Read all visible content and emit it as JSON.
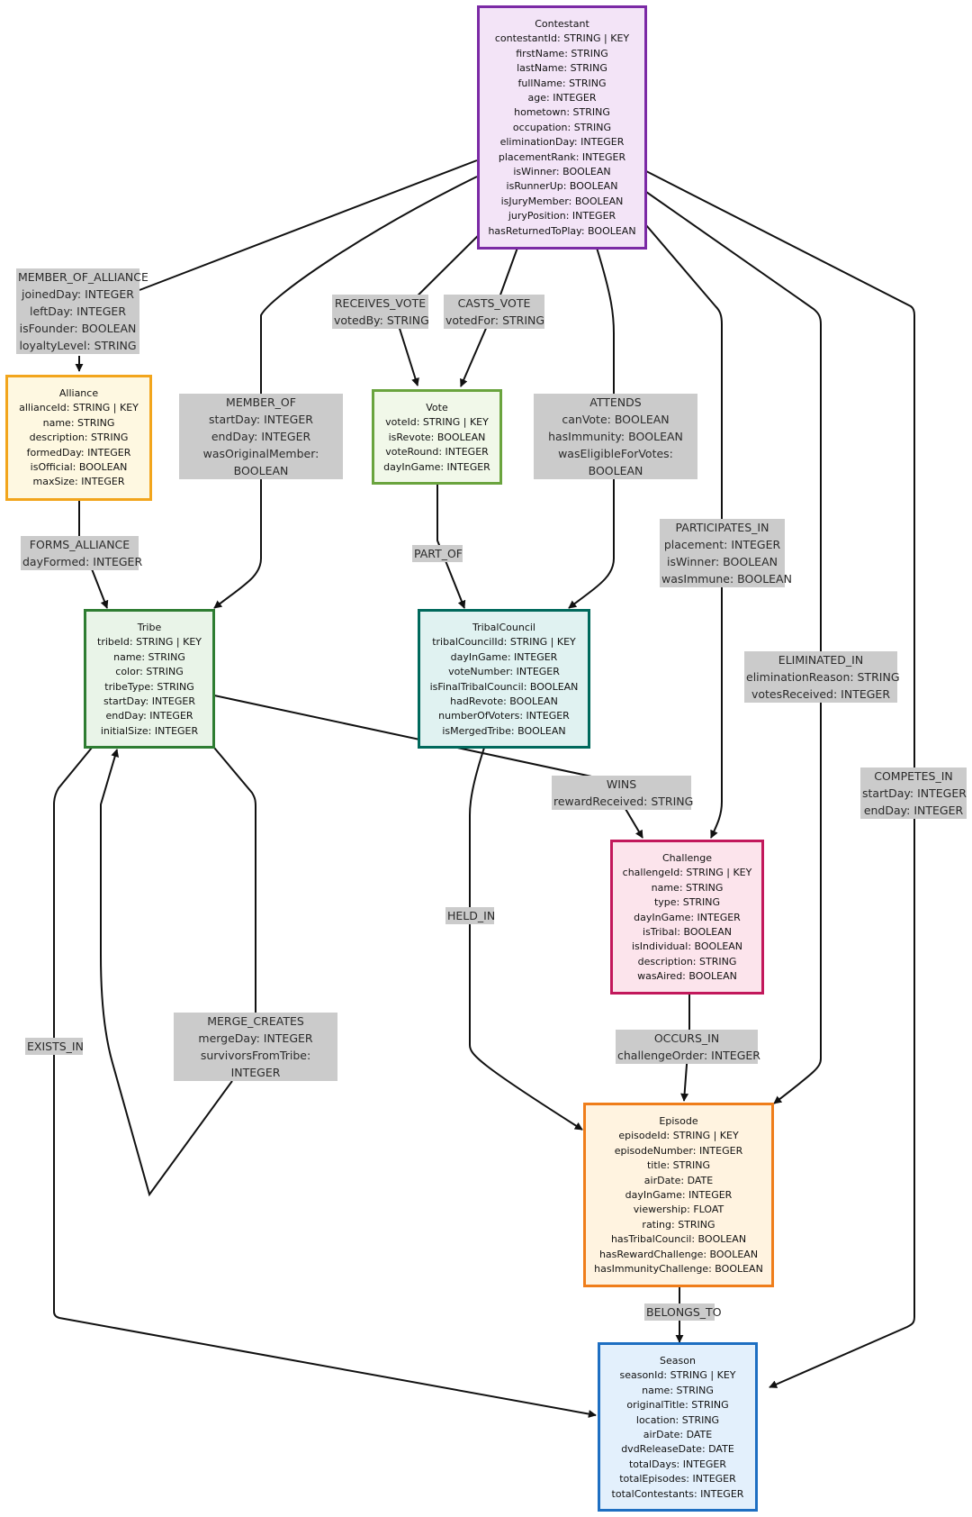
{
  "nodes": {
    "contestant": {
      "title": "Contestant",
      "fields": [
        "contestantId: STRING | KEY",
        "firstName: STRING",
        "lastName: STRING",
        "fullName: STRING",
        "age: INTEGER",
        "hometown: STRING",
        "occupation: STRING",
        "eliminationDay: INTEGER",
        "placementRank: INTEGER",
        "isWinner: BOOLEAN",
        "isRunnerUp: BOOLEAN",
        "isJuryMember: BOOLEAN",
        "juryPosition: INTEGER",
        "hasReturnedToPlay: BOOLEAN"
      ],
      "border": "#7b2aa5",
      "fill": "#f3e4f7"
    },
    "alliance": {
      "title": "Alliance",
      "fields": [
        "allianceId: STRING | KEY",
        "name: STRING",
        "description: STRING",
        "formedDay: INTEGER",
        "isOfficial: BOOLEAN",
        "maxSize: INTEGER"
      ],
      "border": "#f2a51c",
      "fill": "#fef8e1"
    },
    "vote": {
      "title": "Vote",
      "fields": [
        "voteId: STRING | KEY",
        "isRevote: BOOLEAN",
        "voteRound: INTEGER",
        "dayInGame: INTEGER"
      ],
      "border": "#6aa43e",
      "fill": "#f1f8e9"
    },
    "tribe": {
      "title": "Tribe",
      "fields": [
        "tribeId: STRING | KEY",
        "name: STRING",
        "color: STRING",
        "tribeType: STRING",
        "startDay: INTEGER",
        "endDay: INTEGER",
        "initialSize: INTEGER"
      ],
      "border": "#2e7d32",
      "fill": "#e9f4e8"
    },
    "tribalcouncil": {
      "title": "TribalCouncil",
      "fields": [
        "tribalCouncilId: STRING | KEY",
        "dayInGame: INTEGER",
        "voteNumber: INTEGER",
        "isFinalTribalCouncil: BOOLEAN",
        "hadRevote: BOOLEAN",
        "numberOfVoters: INTEGER",
        "isMergedTribe: BOOLEAN"
      ],
      "border": "#00695c",
      "fill": "#e0f2f1"
    },
    "challenge": {
      "title": "Challenge",
      "fields": [
        "challengeId: STRING | KEY",
        "name: STRING",
        "type: STRING",
        "dayInGame: INTEGER",
        "isTribal: BOOLEAN",
        "isIndividual: BOOLEAN",
        "description: STRING",
        "wasAired: BOOLEAN"
      ],
      "border": "#c2185b",
      "fill": "#fce4ec"
    },
    "episode": {
      "title": "Episode",
      "fields": [
        "episodeId: STRING | KEY",
        "episodeNumber: INTEGER",
        "title: STRING",
        "airDate: DATE",
        "dayInGame: INTEGER",
        "viewership: FLOAT",
        "rating: STRING",
        "hasTribalCouncil: BOOLEAN",
        "hasRewardChallenge: BOOLEAN",
        "hasImmunityChallenge: BOOLEAN"
      ],
      "border": "#ef7d1a",
      "fill": "#fff3e0"
    },
    "season": {
      "title": "Season",
      "fields": [
        "seasonId: STRING | KEY",
        "name: STRING",
        "originalTitle: STRING",
        "location: STRING",
        "airDate: DATE",
        "dvdReleaseDate: DATE",
        "totalDays: INTEGER",
        "totalEpisodes: INTEGER",
        "totalContestants: INTEGER"
      ],
      "border": "#1e6fc2",
      "fill": "#e3f0fc"
    }
  },
  "edges": {
    "member_of_alliance": [
      "MEMBER_OF_ALLIANCE",
      "joinedDay: INTEGER",
      "leftDay: INTEGER",
      "isFounder: BOOLEAN",
      "loyaltyLevel: STRING"
    ],
    "member_of": [
      "MEMBER_OF",
      "startDay: INTEGER",
      "endDay: INTEGER",
      "wasOriginalMember:",
      "BOOLEAN"
    ],
    "receives_vote": [
      "RECEIVES_VOTE",
      "votedBy: STRING"
    ],
    "casts_vote": [
      "CASTS_VOTE",
      "votedFor: STRING"
    ],
    "attends": [
      "ATTENDS",
      "canVote: BOOLEAN",
      "hasImmunity: BOOLEAN",
      "wasEligibleForVotes:",
      "BOOLEAN"
    ],
    "participates_in": [
      "PARTICIPATES_IN",
      "placement: INTEGER",
      "isWinner: BOOLEAN",
      "wasImmune: BOOLEAN"
    ],
    "eliminated_in": [
      "ELIMINATED_IN",
      "eliminationReason: STRING",
      "votesReceived: INTEGER"
    ],
    "competes_in": [
      "COMPETES_IN",
      "startDay: INTEGER",
      "endDay: INTEGER"
    ],
    "forms_alliance": [
      "FORMS_ALLIANCE",
      "dayFormed: INTEGER"
    ],
    "part_of": [
      "PART_OF"
    ],
    "wins": [
      "WINS",
      "rewardReceived: STRING"
    ],
    "held_in": [
      "HELD_IN"
    ],
    "exists_in": [
      "EXISTS_IN"
    ],
    "merge_creates": [
      "MERGE_CREATES",
      "mergeDay: INTEGER",
      "survivorsFromTribe:",
      "INTEGER"
    ],
    "occurs_in": [
      "OCCURS_IN",
      "challengeOrder: INTEGER"
    ],
    "belongs_to": [
      "BELONGS_TO"
    ]
  }
}
